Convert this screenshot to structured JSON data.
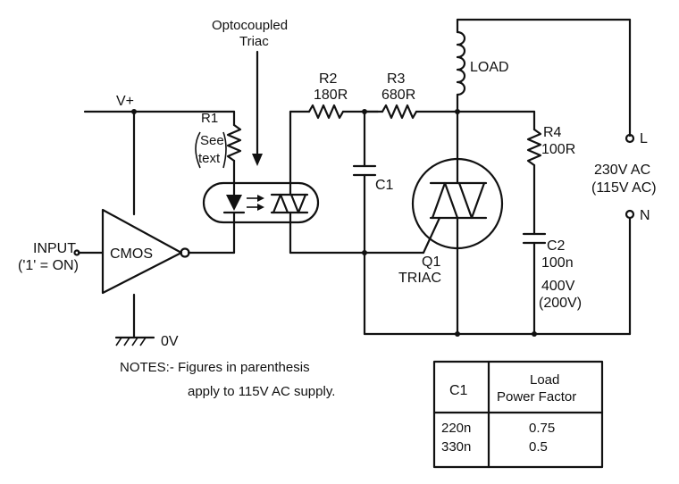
{
  "title": {
    "optocoupler_line1": "Optocoupled",
    "optocoupler_line2": "Triac"
  },
  "labels": {
    "vplus": "V+",
    "r1": "R1",
    "r1_see": "See",
    "r1_text": "text",
    "input": "INPUT",
    "input_note": "('1' = ON)",
    "cmos": "CMOS",
    "ground": "0V",
    "r2": "R2",
    "r2_value": "180R",
    "r3": "R3",
    "r3_value": "680R",
    "c1": "C1",
    "load": "LOAD",
    "r4": "R4",
    "r4_value": "100R",
    "q1": "Q1",
    "q1_type": "TRIAC",
    "c2": "C2",
    "c2_value": "100n",
    "c2_voltage": "400V",
    "c2_voltage_alt": "(200V)",
    "line": "L",
    "neutral": "N",
    "supply": "230V AC",
    "supply_alt": "(115V AC)"
  },
  "notes": {
    "line1": "NOTES:-  Figures in parenthesis",
    "line2": "apply to 115V AC supply."
  },
  "table": {
    "col1_header": "C1",
    "col2_header_line1": "Load",
    "col2_header_line2": "Power Factor",
    "rows": [
      {
        "c1": "220n",
        "pf": "0.75"
      },
      {
        "c1": "330n",
        "pf": "0.5"
      }
    ]
  }
}
